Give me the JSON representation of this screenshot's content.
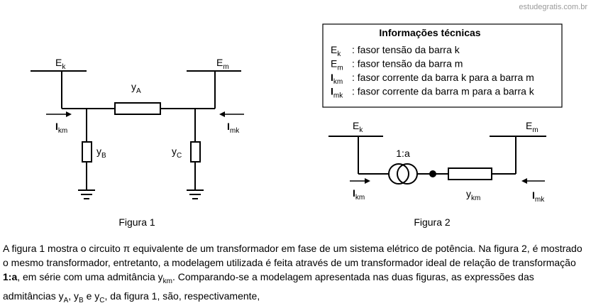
{
  "watermark": "estudegratis.com.br",
  "info_box": {
    "title": "Informações técnicas",
    "rows": [
      {
        "sym": "E",
        "sub": "k",
        "bold": false,
        "text": ": fasor tensão da barra k"
      },
      {
        "sym": "E",
        "sub": "m",
        "bold": false,
        "text": ": fasor tensão da barra m"
      },
      {
        "sym": "I",
        "sub": "km",
        "bold": true,
        "text": ": fasor corrente da barra k para a barra m"
      },
      {
        "sym": "I",
        "sub": "mk",
        "bold": true,
        "text": ": fasor corrente da barra m para a barra k"
      }
    ]
  },
  "figure1": {
    "caption": "Figura 1",
    "ek": {
      "main": "E",
      "sub": "k"
    },
    "em": {
      "main": "E",
      "sub": "m"
    },
    "ya": {
      "main": "y",
      "sub": "A"
    },
    "yb": {
      "main": "y",
      "sub": "B"
    },
    "yc": {
      "main": "y",
      "sub": "C"
    },
    "ikm": {
      "main": "I",
      "sub": "km"
    },
    "imk": {
      "main": "I",
      "sub": "mk"
    }
  },
  "figure2": {
    "caption": "Figura 2",
    "ek": {
      "main": "E",
      "sub": "k"
    },
    "em": {
      "main": "E",
      "sub": "m"
    },
    "ratio": "1:a",
    "ykm": {
      "main": "y",
      "sub": "km"
    },
    "ikm": {
      "main": "I",
      "sub": "km"
    },
    "imk": {
      "main": "I",
      "sub": "mk"
    }
  },
  "question": {
    "p1": "A figura 1 mostra o circuito π equivalente de um transformador em fase de um sistema elétrico de potência. Na figura 2, é mostrado o mesmo transformador, entretanto, a modelagem utilizada é feita através de um transformador ideal de relação de transformação ",
    "ratio": "1:a",
    "p2": ", em série com uma admitância ",
    "ykm": "y",
    "ykm_sub": "km",
    "p3": ". Comparando-se a modelagem apresentada nas duas figuras, as expressões das admitâncias ",
    "ya": "y",
    "ya_sub": "A",
    "sep1": ", ",
    "yb": "y",
    "yb_sub": "B",
    "sep2": " e ",
    "yc": "y",
    "yc_sub": "C",
    "p4": ", da figura 1, são, respectivamente,"
  }
}
